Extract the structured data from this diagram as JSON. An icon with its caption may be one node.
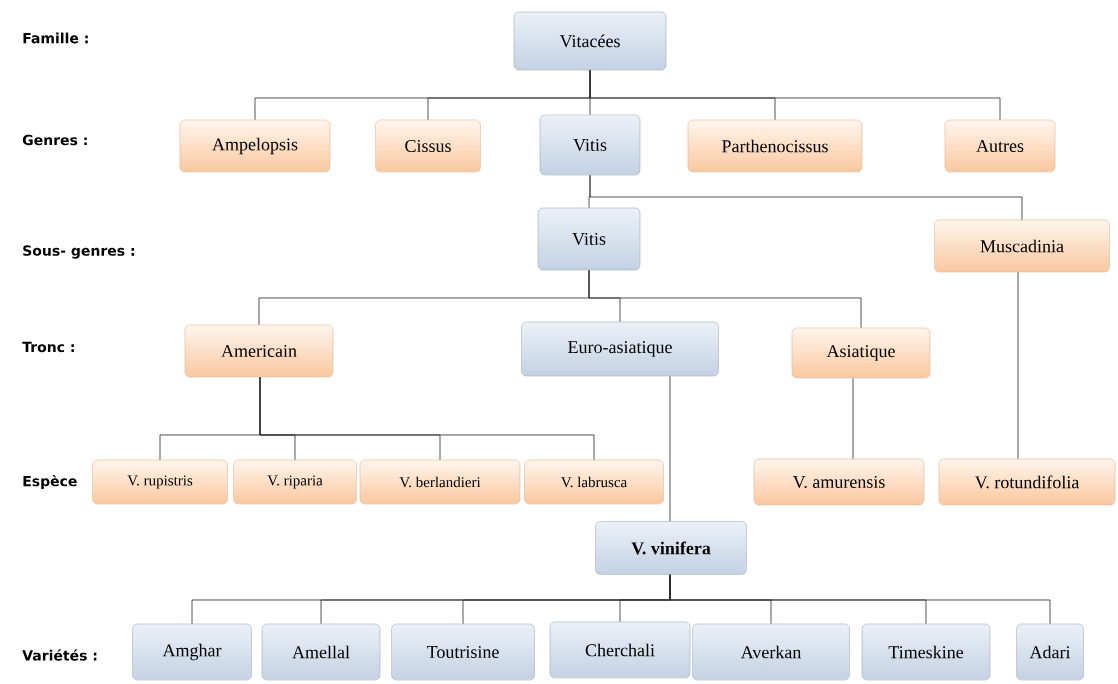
{
  "diagram": {
    "nodes": [
      {
        "text": [
          "Vitacées"
        ]
      },
      {
        "text": [
          "Ampelopsis"
        ]
      },
      {
        "text": [
          "Cissus"
        ]
      },
      {
        "text": [
          "Vitis"
        ]
      },
      {
        "text": [
          "Parthenocissus"
        ]
      },
      {
        "text": [
          "Autres"
        ]
      },
      {
        "text": [
          "Vitis"
        ]
      },
      {
        "text": [
          "Muscadinia"
        ]
      },
      {
        "text": [
          "Americain"
        ]
      },
      {
        "text": [
          "Euro-asiatique"
        ]
      },
      {
        "text": [
          "Asiatique"
        ]
      },
      {
        "text": [
          "V. rupistris"
        ]
      },
      {
        "text": [
          "V. riparia"
        ]
      },
      {
        "text": [
          "V. berlandieri"
        ]
      },
      {
        "text": [
          "V. labrusca"
        ]
      },
      {
        "text": [
          "V. amurensis"
        ]
      },
      {
        "text": [
          "V.  rotundifolia"
        ]
      },
      {
        "text": [
          "V. vinifera"
        ]
      },
      {
        "text": [
          "Amghar"
        ]
      },
      {
        "text": [
          "Amellal"
        ]
      },
      {
        "text": [
          "Toutrisine"
        ]
      },
      {
        "text": [
          "Cherchali"
        ]
      },
      {
        "text": [
          "Averkan"
        ]
      },
      {
        "text": [
          "Timeskine"
        ]
      },
      {
        "text": [
          "Adari"
        ]
      }
    ],
    "edges": [
      {
        "from": 0,
        "to": 1,
        "arrow": "none"
      },
      {
        "from": 0,
        "to": 2,
        "arrow": "none"
      },
      {
        "from": 0,
        "to": 3,
        "arrow": "none"
      },
      {
        "from": 0,
        "to": 4,
        "arrow": "none"
      },
      {
        "from": 0,
        "to": 5,
        "arrow": "none"
      },
      {
        "from": 3,
        "to": 6,
        "arrow": "none"
      },
      {
        "from": 3,
        "to": 7,
        "arrow": "none"
      },
      {
        "from": 6,
        "to": 8,
        "arrow": "none"
      },
      {
        "from": 6,
        "to": 9,
        "arrow": "none"
      },
      {
        "from": 6,
        "to": 10,
        "arrow": "none"
      },
      {
        "from": 8,
        "to": 11,
        "arrow": "none"
      },
      {
        "from": 8,
        "to": 12,
        "arrow": "none"
      },
      {
        "from": 8,
        "to": 13,
        "arrow": "none"
      },
      {
        "from": 8,
        "to": 14,
        "arrow": "none"
      },
      {
        "from": 10,
        "to": 15,
        "arrow": "none"
      },
      {
        "from": 7,
        "to": 16,
        "arrow": "none"
      },
      {
        "from": 9,
        "to": 17,
        "arrow": "none"
      },
      {
        "from": 17,
        "to": 18,
        "arrow": "none"
      },
      {
        "from": 17,
        "to": 19,
        "arrow": "none"
      },
      {
        "from": 17,
        "to": 20,
        "arrow": "none"
      },
      {
        "from": 17,
        "to": 21,
        "arrow": "none"
      },
      {
        "from": 17,
        "to": 22,
        "arrow": "none"
      },
      {
        "from": 17,
        "to": 23,
        "arrow": "none"
      },
      {
        "from": 17,
        "to": 24,
        "arrow": "none"
      }
    ],
    "labels": [
      "Famille :",
      "Genres :",
      "Sous- genres :",
      "Tronc :",
      "Espèce",
      "Variétés :"
    ]
  }
}
